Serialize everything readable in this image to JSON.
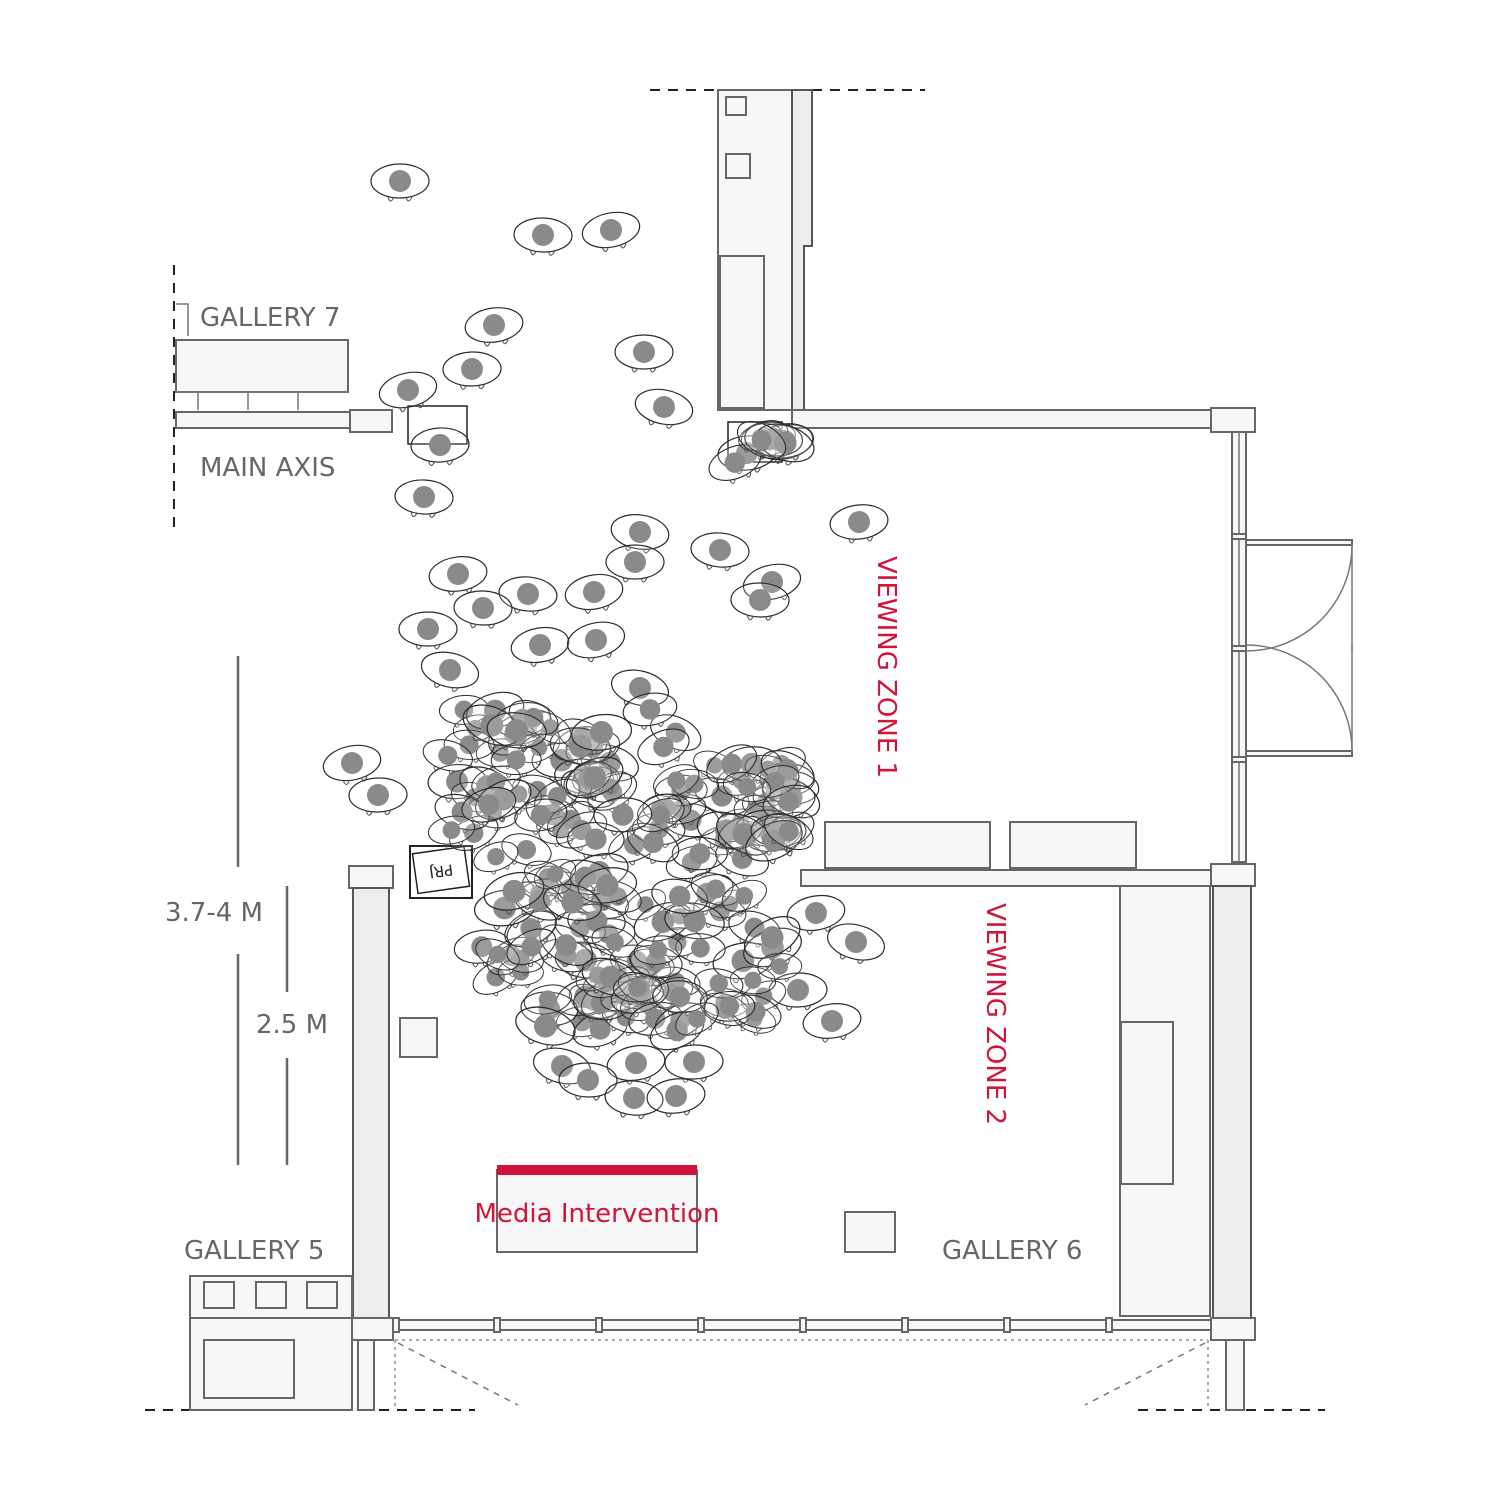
{
  "labels": {
    "gallery7": "GALLERY 7",
    "main_axis": "MAIN AXIS",
    "viewing_zone_1": "VIEWING ZONE 1",
    "viewing_zone_2": "VIEWING ZONE 2",
    "height_outer": "3.7-4 M",
    "height_inner": "2.5 M",
    "projector": "PRJ",
    "media_intervention": "Media Intervention",
    "gallery5": "GALLERY 5",
    "gallery6": "GALLERY 6"
  },
  "colors": {
    "accent": "#d0143a",
    "text": "#666666",
    "wall_line": "#666666"
  },
  "visitor_icon": "visitor-top-view-icon"
}
